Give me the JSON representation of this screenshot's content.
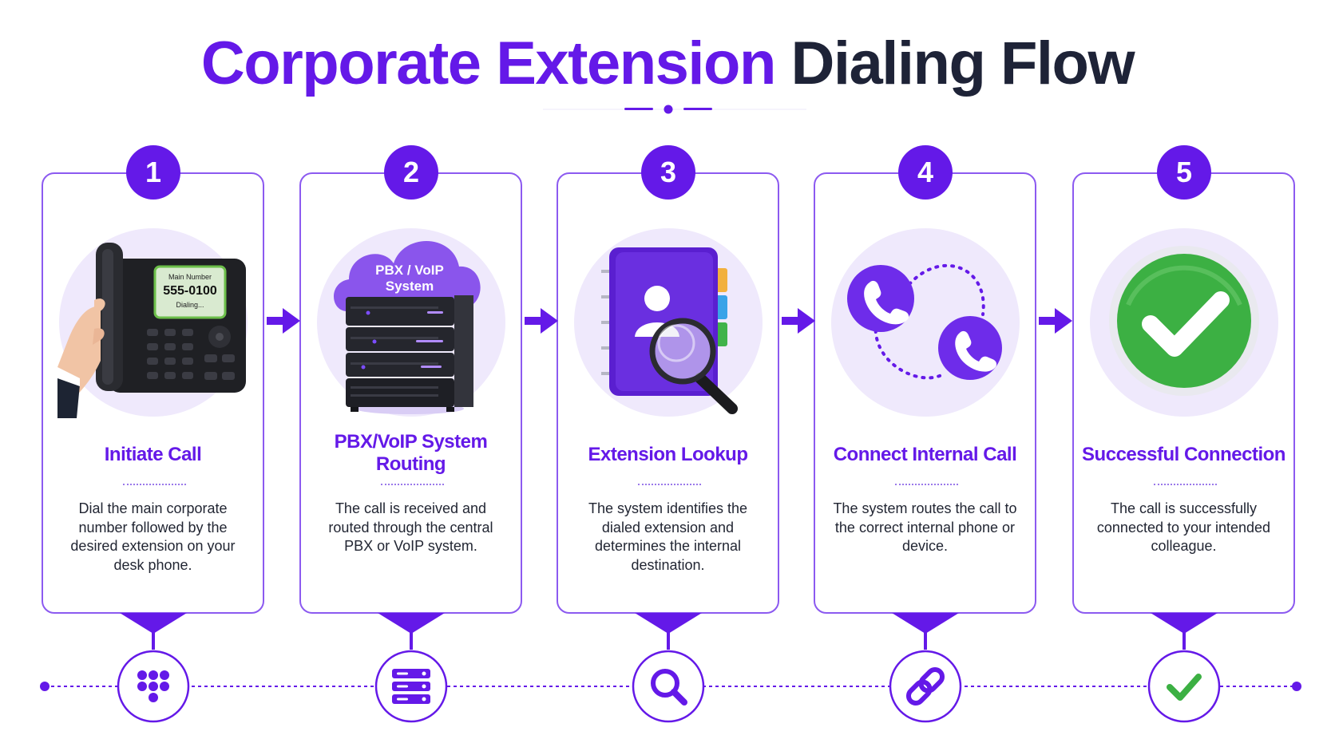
{
  "title": {
    "part1": "Corporate Extension",
    "part2": "Dialing Flow"
  },
  "colors": {
    "primary": "#6419e8",
    "dark": "#1e2337",
    "light": "#efe9fc",
    "green": "#2ea043"
  },
  "steps": [
    {
      "number": "1",
      "title": "Initiate Call",
      "description": "Dial the main corporate number followed by the desired extension on your desk phone.",
      "illustration": "desk-phone-icon",
      "screen": {
        "label": "Main Number",
        "number": "555-0100",
        "status": "Dialing..."
      },
      "bottom_icon": "keypad-icon"
    },
    {
      "number": "2",
      "title": "PBX/VoIP System Routing",
      "description": "The call is received and routed through the central PBX or VoIP system.",
      "illustration": "server-cloud-icon",
      "cloud_label_line1": "PBX / VoIP",
      "cloud_label_line2": "System",
      "bottom_icon": "server-icon"
    },
    {
      "number": "3",
      "title": "Extension Lookup",
      "description": "The system identifies the dialed extension and determines the internal destination.",
      "illustration": "directory-search-icon",
      "bottom_icon": "search-icon"
    },
    {
      "number": "4",
      "title": "Connect Internal Call",
      "description": "The system routes the call to the correct internal phone or device.",
      "illustration": "connected-phones-icon",
      "bottom_icon": "link-icon"
    },
    {
      "number": "5",
      "title": "Successful Connection",
      "description": "The call is successfully connected to your intended colleague.",
      "illustration": "success-check-icon",
      "bottom_icon": "check-icon"
    }
  ]
}
